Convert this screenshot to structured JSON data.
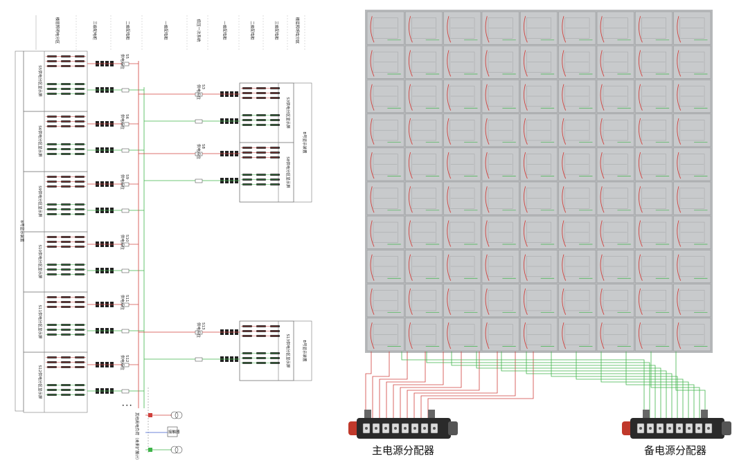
{
  "left_diagram": {
    "header_columns": [
      "楼层照明电分区",
      "三级配电柜",
      "二级配电柜",
      "一级配电柜",
      "低压一次系统",
      "一级配电柜",
      "二级配电柜",
      "三级配电柜",
      "楼层照明电分区"
    ],
    "left_group_label": "B号显示装置",
    "left_zones": [
      {
        "zone": "S5供电分区显示屏",
        "point_id": "S5",
        "point_label": "供电点位"
      },
      {
        "zone": "S6供电分区显示屏",
        "point_id": "S6",
        "point_label": "供电点位"
      },
      {
        "zone": "S9供电分区显示屏",
        "point_id": "S9",
        "point_label": "供电点位"
      },
      {
        "zone": "S10供电分区显示屏",
        "point_id": "S10",
        "point_label": "供电点位"
      },
      {
        "zone": "S11供电分区显示屏",
        "point_id": "S11",
        "point_label": "供电点位"
      },
      {
        "zone": "S12供电分区显示屏",
        "point_id": "S12",
        "point_label": "供电点位"
      }
    ],
    "right_group_top_label": "B号显示装置",
    "right_top_zones": [
      {
        "zone": "S3供电分区显示屏",
        "point_id": "S3",
        "point_label": "供电点位"
      },
      {
        "zone": "S8供电分区显示屏",
        "point_id": "S8",
        "point_label": "供电点位"
      }
    ],
    "right_group_bottom_label": "B号显示装置",
    "right_bottom_zones": [
      {
        "zone": "S13供电分区显示屏",
        "point_id": "S13",
        "point_label": "供电点位"
      }
    ],
    "ellipsis": "• • •",
    "other_note": "其他用电负荷（未来扩展计）",
    "switch_label": "接触器"
  },
  "right_diagram": {
    "main_distributor_label": "主电源分配器",
    "backup_distributor_label": "备电源分配器",
    "grid_rows": 10,
    "grid_cols": 9
  },
  "colors": {
    "red_line": "#d0403c",
    "green_line": "#3fb44a",
    "panel_bg": "#b7b9bb",
    "panel_cell": "#c8cacc",
    "distributor_body": "#2a2a2a",
    "distributor_cap": "#c0392b"
  }
}
